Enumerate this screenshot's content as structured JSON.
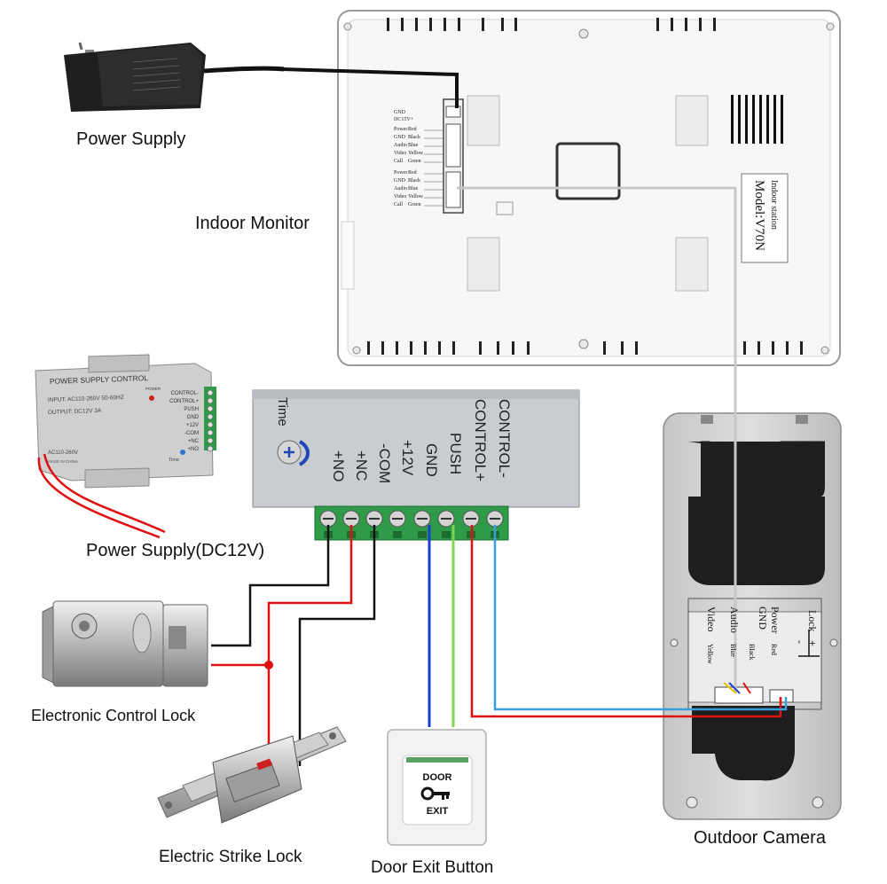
{
  "labels": {
    "power_supply": "Power Supply",
    "indoor_monitor": "Indoor Monitor",
    "power_supply_dc12v": "Power Supply(DC12V)",
    "electronic_control_lock": "Electronic Control Lock",
    "electric_strike_lock": "Electric Strike Lock",
    "door_exit_button": "Door Exit Button",
    "outdoor_camera": "Outdoor Camera"
  },
  "monitor": {
    "model_line1": "Indoor station",
    "model_line2": "Model:V70N",
    "port1": {
      "gnd": "GND",
      "dc15v": "DC15V+"
    },
    "port2": [
      "Power",
      "GND",
      "Audio",
      "Video",
      "Call"
    ],
    "port2_colors": [
      "Red",
      "Black",
      "Blue",
      "Yellow",
      "Green"
    ],
    "port3": [
      "Power",
      "GND",
      "Audio",
      "Video",
      "Call"
    ],
    "port3_colors": [
      "Red",
      "Black",
      "Blue",
      "Yellow",
      "Green"
    ]
  },
  "psu_small": {
    "title": "POWER SUPPLY CONTROL",
    "input": "INPUT: AC110-260V 50-60HZ",
    "output": "OUTPUT: DC12V 3A",
    "power": "POWER",
    "ac_label": "AC110-260V",
    "made": "MADE IN CHINA",
    "time": "Time",
    "terminals": [
      "CONTROL-",
      "CONTROL+",
      "PUSH",
      "GND",
      "+12V",
      "-COM",
      "+NC",
      "+NO"
    ]
  },
  "psu_big": {
    "time": "Time",
    "terminals": [
      "+NO",
      "+NC",
      "-COM",
      "+12V",
      "GND",
      "PUSH",
      "CONTROL+",
      "CONTROL-"
    ]
  },
  "exit_button": {
    "line1": "DOOR",
    "line2": "EXIT"
  },
  "camera": {
    "terminals": [
      "Lock",
      "Power",
      "GND",
      "Audio",
      "Video"
    ],
    "terminal_colors": [
      "",
      "Red",
      "Black",
      "Blue",
      "Yellow"
    ],
    "lock_signs": [
      "+",
      "-"
    ]
  },
  "colors": {
    "wire_black": "#111111",
    "wire_red": "#e01010",
    "wire_blue": "#1a3fd0",
    "wire_green": "#7dd650",
    "wire_cyan": "#38a0e0",
    "wire_grey": "#c8c8c8",
    "terminal_green": "#2f9a48"
  },
  "icons": [
    "adapter-icon",
    "lock-icon",
    "strike-icon",
    "key-icon"
  ]
}
